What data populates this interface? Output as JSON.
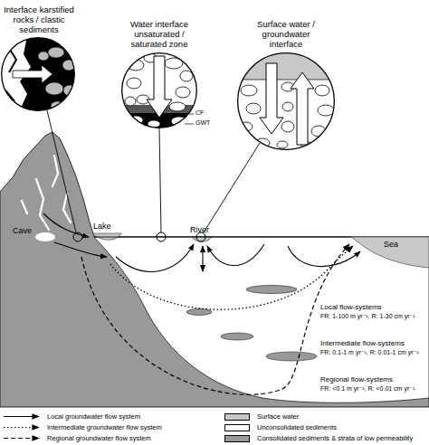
{
  "diagram": {
    "nodes": [
      {
        "text": [
          "Interface karstified rocks / clastic sediments"
        ]
      },
      {
        "text": [
          "Water interface unsaturated / saturated zone"
        ]
      },
      {
        "text": [
          "Surface water / groundwater interface"
        ]
      }
    ],
    "labels": [
      "CF",
      "GWT",
      "Lake",
      "Cave",
      "River",
      "Sea",
      "Local flow-systems",
      "FR: 1-100 m yr⁻¹, R: 1-30 cm yr⁻¹",
      "Intermediate flow-systems",
      "FR: 0.1-1 m yr⁻¹, R: 0.01-1 cm yr⁻¹",
      "Regional flow-systems",
      "FR: <0.1 m yr⁻¹, R: <0.01 cm yr⁻¹"
    ],
    "legend": [
      {
        "text": "Local groundwater flow system"
      },
      {
        "text": "Intermediate groundwater flow system"
      },
      {
        "text": "Regional groundwater flow system"
      },
      {
        "text": "Surface water",
        "color": "#c8c8c8"
      },
      {
        "text": "Unconsolidated sediments",
        "color": "#ffffff"
      },
      {
        "text": "Consolidated sediments & strata of low permeability",
        "color": "#999999"
      }
    ]
  }
}
